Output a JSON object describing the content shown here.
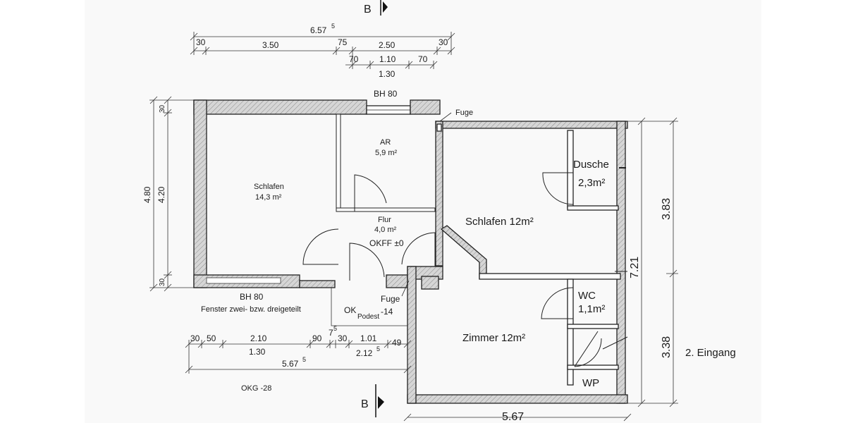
{
  "section_marker": {
    "top": "B",
    "bottom": "B"
  },
  "dims_top": {
    "overall": "6.57",
    "overall_sup": "5",
    "seg1": "30",
    "seg2": "3.50",
    "seg3": "75",
    "seg4": "2.50",
    "seg5": "30",
    "sub1": "70",
    "sub2": "1.10",
    "sub3": "70",
    "sub_total": "1.30"
  },
  "window_top": "BH 80",
  "fuge_top": "Fuge",
  "dims_left": {
    "overall": "4.80",
    "inner": "4.20",
    "wall_top": "30",
    "wall_bottom": "30"
  },
  "rooms": {
    "ar": {
      "name": "AR",
      "area": "5,9 m²"
    },
    "schlafen_left": {
      "name": "Schlafen",
      "area": "14,3 m²"
    },
    "flur": {
      "name": "Flur",
      "area": "4,0 m²",
      "level": "OKFF ±0"
    },
    "dusche": {
      "name": "Dusche",
      "area": "2,3m²"
    },
    "schlafen_right": {
      "label": "Schlafen 12m²"
    },
    "wc": {
      "name": "WC",
      "area": "1,1m²"
    },
    "zimmer": {
      "label": "Zimmer 12m²"
    },
    "wp": {
      "label": "WP"
    }
  },
  "window_bottom": "BH 80",
  "window_note": "Fenster zwei- bzw. dreigeteilt",
  "fuge_bottom": "Fuge",
  "podest": {
    "prefix": "OK",
    "sub": "Podest",
    "value": "-14"
  },
  "dims_bottom": {
    "s1": "30",
    "s2": "50",
    "s3": "2.10",
    "s4": "90",
    "s5": "7",
    "s5_sup": "5",
    "s6": "30",
    "s7": "1.01",
    "s8": "49",
    "sub_a": "1.30",
    "sub_b": "2.12",
    "sub_b_sup": "5",
    "overall": "5.67",
    "overall_sup": "5"
  },
  "okg": "OKG -28",
  "dims_right": {
    "overall": "7.21",
    "upper": "3.83",
    "lower": "3.38"
  },
  "dims_bottom_right": "5.67",
  "second_entrance": "2. Eingang"
}
